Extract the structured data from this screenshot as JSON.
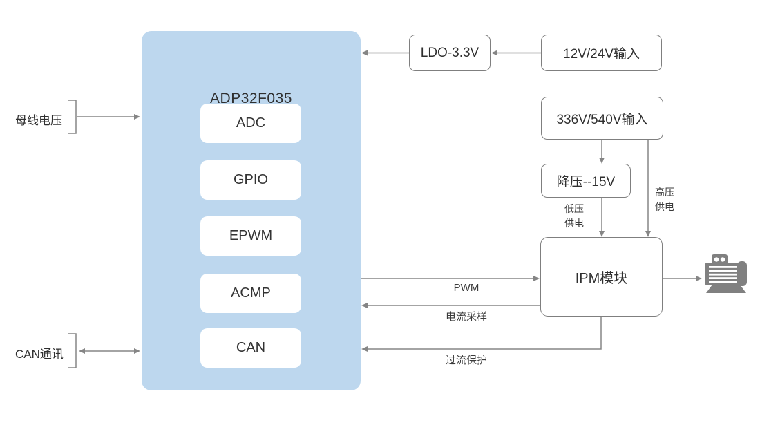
{
  "colors": {
    "mcu_fill": "#BDD7EE",
    "line": "#858585",
    "border": "#7F7F7F",
    "text": "#3B3B3B",
    "icon": "#808080",
    "node_fill": "#FFFFFF"
  },
  "mcu": {
    "title": "ADP32F035",
    "peripherals": [
      "ADC",
      "GPIO",
      "EPWM",
      "ACMP",
      "CAN"
    ]
  },
  "nodes": {
    "ldo": "LDO-3.3V",
    "input_low": "12V/24V输入",
    "input_high": "336V/540V输入",
    "buck": "降压--15V",
    "ipm": "IPM模块"
  },
  "side_labels": {
    "bus_voltage": "母线电压",
    "can_comm": "CAN通讯"
  },
  "flow_labels": {
    "pwm": "PWM",
    "current_sample": "电流采样",
    "overcurrent_protect": "过流保护",
    "low_supply_line1": "低压",
    "low_supply_line2": "供电",
    "high_supply_line1": "高压",
    "high_supply_line2": "供电"
  },
  "icons": {
    "motor": "electric-motor-icon"
  }
}
